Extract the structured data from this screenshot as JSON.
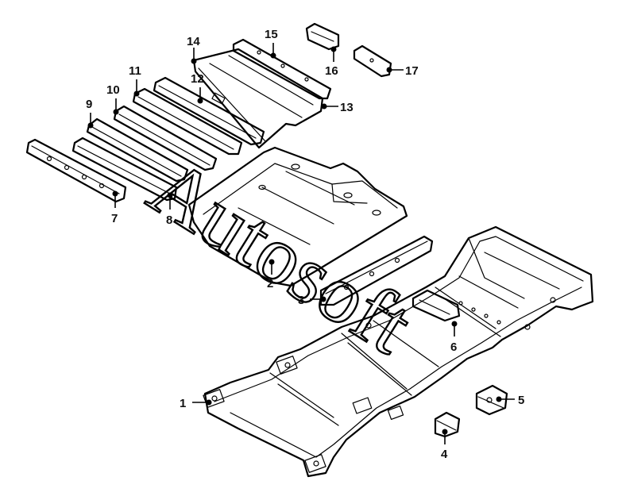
{
  "callouts": {
    "c1": "1",
    "c2": "2",
    "c3": "3",
    "c4": "4",
    "c5": "5",
    "c6": "6",
    "c7": "7",
    "c8": "8",
    "c9": "9",
    "c10": "10",
    "c11": "11",
    "c12": "12",
    "c13": "13",
    "c14": "14",
    "c15": "15",
    "c16": "16",
    "c17": "17"
  },
  "watermark": "Autosoft"
}
